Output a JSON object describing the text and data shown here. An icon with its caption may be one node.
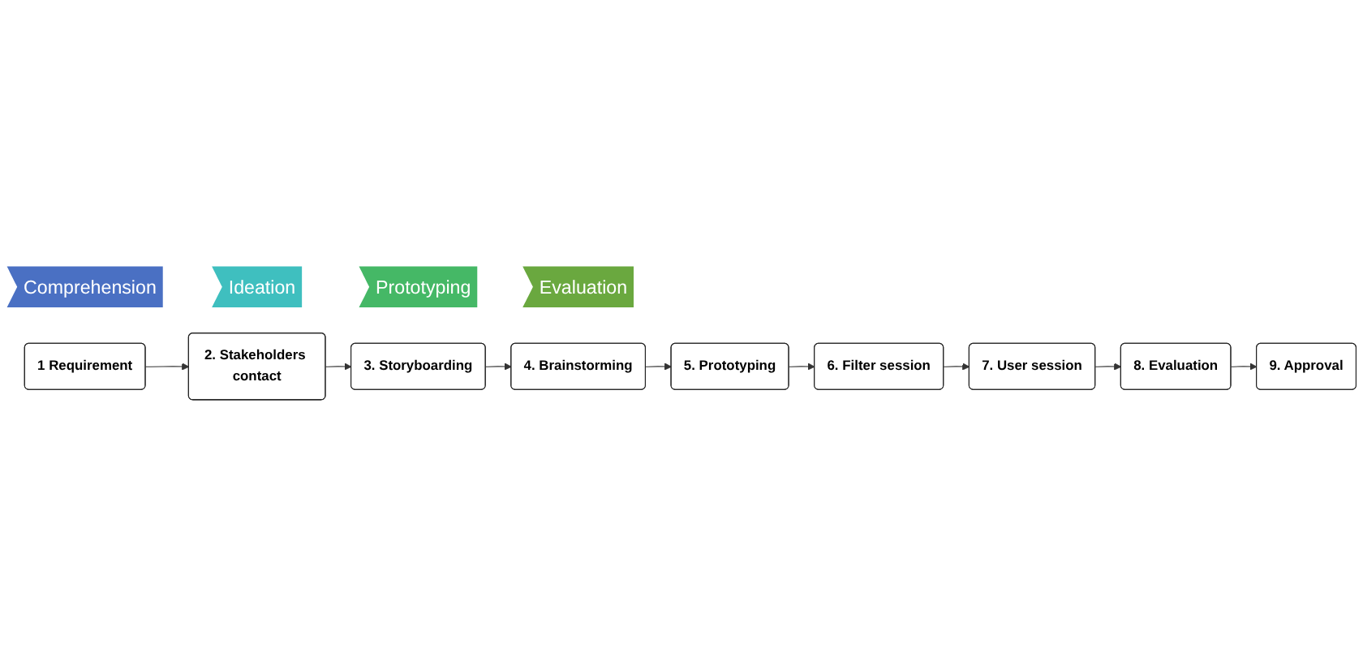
{
  "diagram": {
    "nodes": [
      {
        "text": [
          "Comprehension"
        ]
      },
      {
        "text": [
          "Ideation"
        ]
      },
      {
        "text": [
          "Prototyping"
        ]
      },
      {
        "text": [
          "Evaluation"
        ]
      },
      {
        "text": [
          "1 Requirement"
        ]
      },
      {
        "text": [
          "2. Stakeholders contact"
        ]
      },
      {
        "text": [
          "3. Storyboarding"
        ]
      },
      {
        "text": [
          "4. Brainstorming"
        ]
      },
      {
        "text": [
          "5. Prototyping"
        ]
      },
      {
        "text": [
          "6. Filter session"
        ]
      },
      {
        "text": [
          "7. User session"
        ]
      },
      {
        "text": [
          "8. Evaluation"
        ]
      },
      {
        "text": [
          "9. Approval"
        ]
      }
    ],
    "edges": [
      {
        "from": 4,
        "to": 5,
        "arrow": "to"
      },
      {
        "from": 5,
        "to": 6,
        "arrow": "to"
      },
      {
        "from": 6,
        "to": 7,
        "arrow": "to"
      },
      {
        "from": 7,
        "to": 8,
        "arrow": "to"
      },
      {
        "from": 8,
        "to": 9,
        "arrow": "to"
      },
      {
        "from": 9,
        "to": 10,
        "arrow": "to"
      },
      {
        "from": 10,
        "to": 11,
        "arrow": "to"
      },
      {
        "from": 11,
        "to": 12,
        "arrow": "to"
      }
    ]
  }
}
